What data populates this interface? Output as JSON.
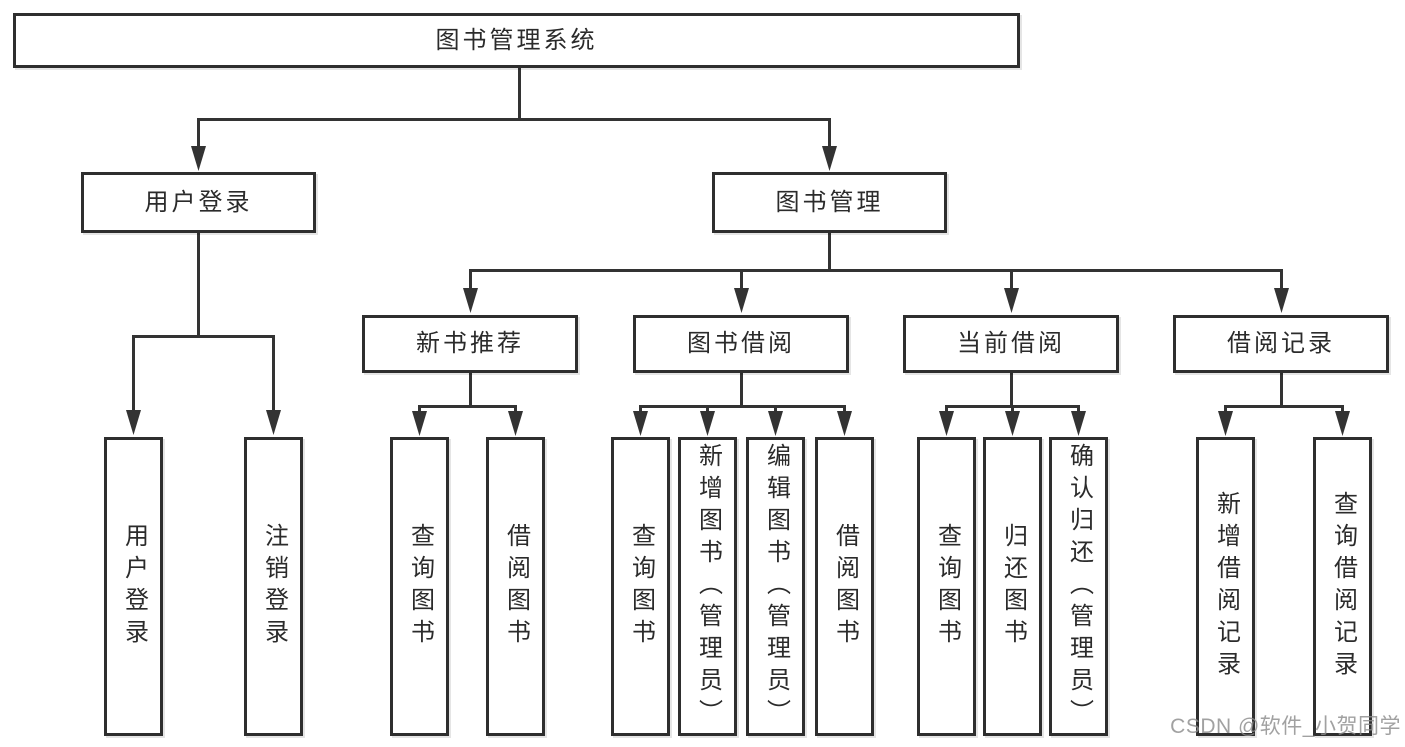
{
  "tree": {
    "root": "图书管理系统",
    "children": [
      {
        "label": "用户登录",
        "children": [
          {
            "label": "用户登录"
          },
          {
            "label": "注销登录"
          }
        ]
      },
      {
        "label": "图书管理",
        "children": [
          {
            "label": "新书推荐",
            "children": [
              {
                "label": "查询图书"
              },
              {
                "label": "借阅图书"
              }
            ]
          },
          {
            "label": "图书借阅",
            "children": [
              {
                "label": "查询图书"
              },
              {
                "label": "新增图书（管理员）"
              },
              {
                "label": "编辑图书（管理员）"
              },
              {
                "label": "借阅图书"
              }
            ]
          },
          {
            "label": "当前借阅",
            "children": [
              {
                "label": "查询图书"
              },
              {
                "label": "归还图书"
              },
              {
                "label": "确认归还（管理员）"
              }
            ]
          },
          {
            "label": "借阅记录",
            "children": [
              {
                "label": "新增借阅记录"
              },
              {
                "label": "查询借阅记录"
              }
            ]
          }
        ]
      }
    ]
  },
  "watermark": {
    "text": "CSDN @软件_小贺同学"
  },
  "colors": {
    "line": "#333333",
    "box_border": "#2e2e2e",
    "text": "#2b2b2b",
    "watermark": "#8c8c8c",
    "background": "#ffffff"
  }
}
